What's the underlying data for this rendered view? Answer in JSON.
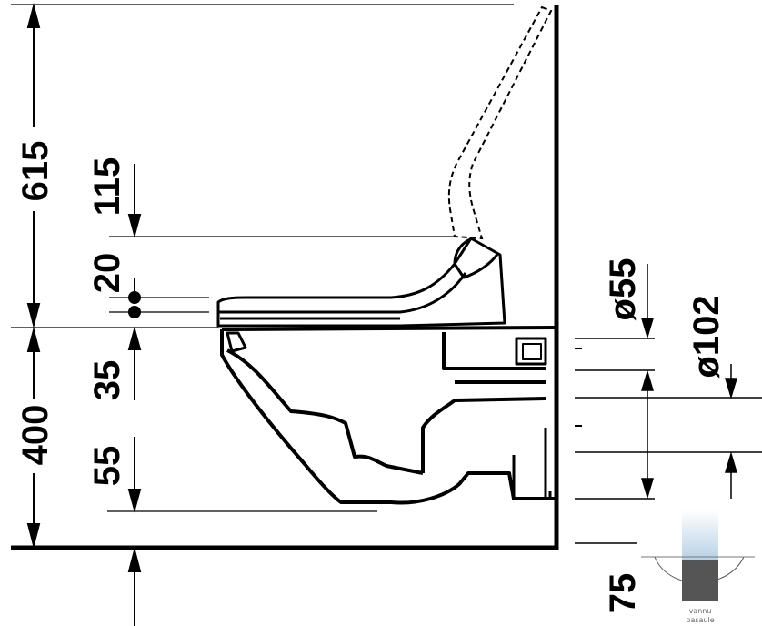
{
  "dimensions": {
    "total_height": "615",
    "seat_to_lid": "115",
    "seat_thickness": "20",
    "pan_to_drain": "35",
    "floor_to_seat": "400",
    "pan_bottom": "55",
    "floor_to_outlet": "75",
    "water_inlet_diameter": "ø55",
    "outlet_diameter": "ø102"
  },
  "watermark": {
    "text_line1": "vannu",
    "text_line2": "pasaule"
  },
  "colors": {
    "line": "#000000",
    "background": "#ffffff",
    "watermark_blue": "#b9d2e6",
    "watermark_gray": "#555555"
  }
}
